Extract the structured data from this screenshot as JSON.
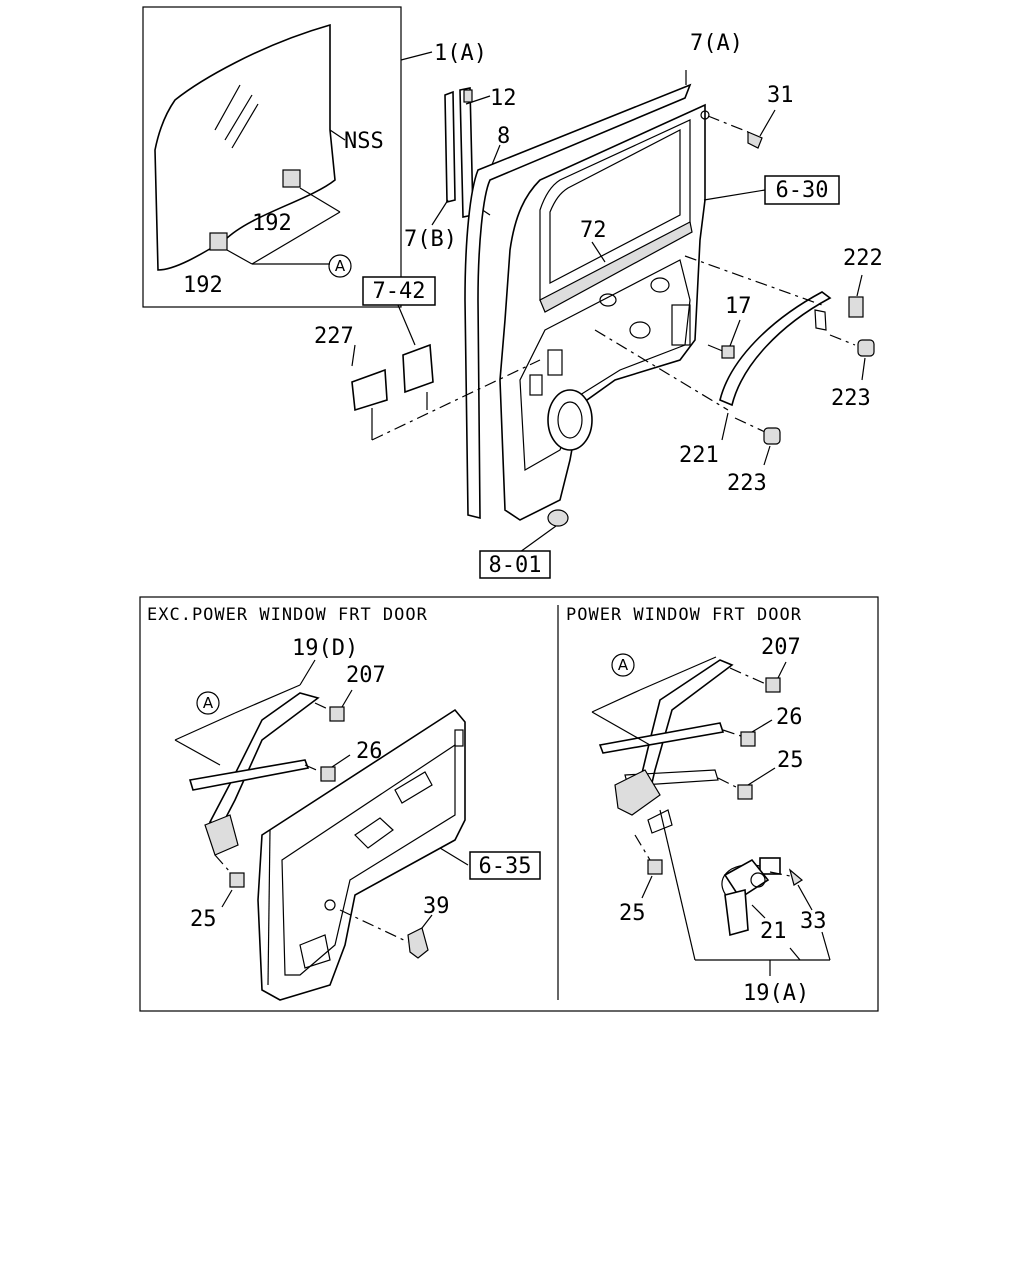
{
  "callouts": {
    "c1A": "1(A)",
    "nss": "NSS",
    "c192a": "192",
    "c192b": "192",
    "c12": "12",
    "c8": "8",
    "c7B": "7(B)",
    "c7A": "7(A)",
    "c31": "31",
    "c72": "72",
    "c17": "17",
    "c222": "222",
    "c223a": "223",
    "c221": "221",
    "c223b": "223",
    "c227": "227",
    "circleA": "A"
  },
  "refs": {
    "r742": "7-42",
    "r630": "6-30",
    "r801": "8-01",
    "r635": "6-35"
  },
  "panels": {
    "left_title": "EXC.POWER WINDOW FRT DOOR",
    "right_title": "POWER WINDOW FRT DOOR",
    "left": {
      "c19D": "19(D)",
      "c207": "207",
      "c26": "26",
      "c25": "25",
      "c39": "39",
      "circleA": "A"
    },
    "right": {
      "c207": "207",
      "c26": "26",
      "c25a": "25",
      "c25b": "25",
      "c21": "21",
      "c33": "33",
      "c19A": "19(A)",
      "circleA": "A"
    }
  }
}
